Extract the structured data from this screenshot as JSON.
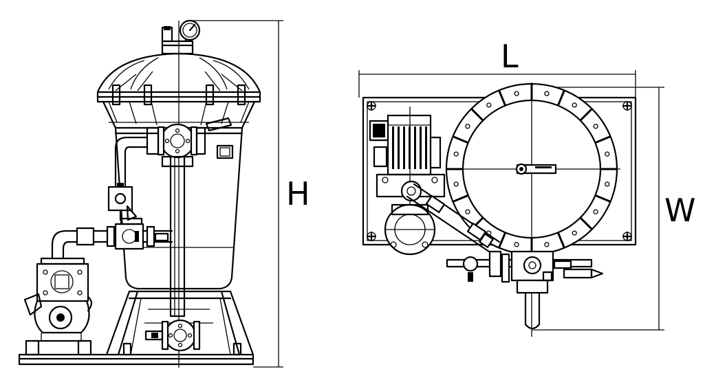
{
  "labels": {
    "height": "H",
    "length": "L",
    "width": "W"
  },
  "colors": {
    "line": "#000000",
    "background": "#ffffff"
  }
}
